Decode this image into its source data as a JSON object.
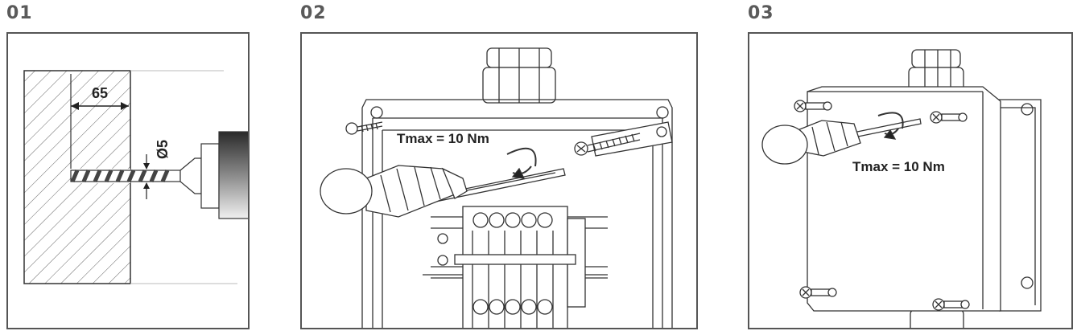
{
  "steps": [
    {
      "number": "01",
      "labels": {
        "depth": "65",
        "diameter": "Ø5"
      }
    },
    {
      "number": "02",
      "labels": {
        "torque": "Tmax = 10 Nm"
      }
    },
    {
      "number": "03",
      "labels": {
        "torque": "Tmax = 10 Nm"
      }
    }
  ],
  "colors": {
    "frame": "#555555",
    "line": "#333333",
    "stepNumber": "#5a5a5a"
  }
}
